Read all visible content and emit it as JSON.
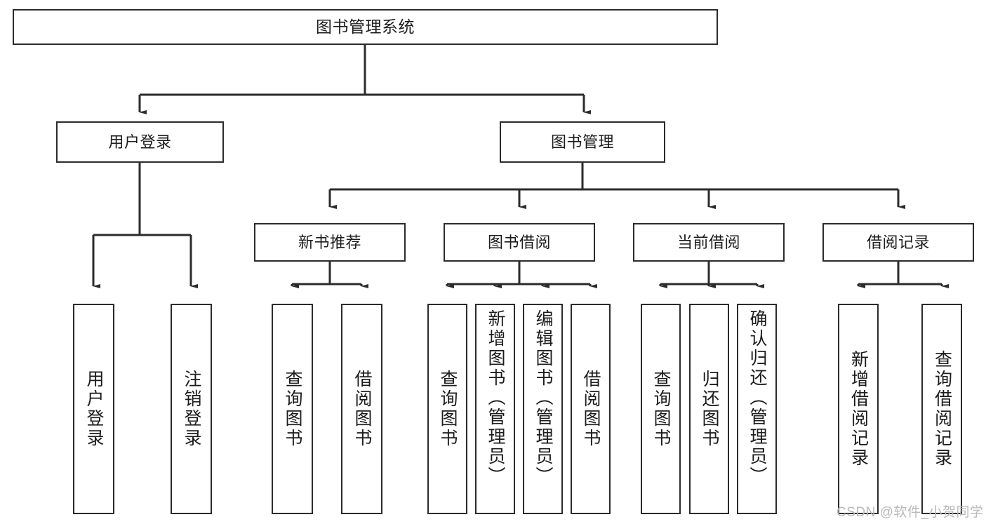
{
  "diagram": {
    "title": "图书管理系统",
    "type": "tree-hierarchy-chart",
    "colors": {
      "box_border": "#2b2b2b",
      "box_fill": "#ffffff",
      "connector": "#2b2b2b",
      "text": "#1c1c1c",
      "watermark": "#b9b9b9",
      "background": "#ffffff"
    },
    "root": {
      "label": "图书管理系统"
    },
    "level2": [
      {
        "label": "用户登录"
      },
      {
        "label": "图书管理"
      }
    ],
    "level3": [
      {
        "label": "新书推荐"
      },
      {
        "label": "图书借阅"
      },
      {
        "label": "当前借阅"
      },
      {
        "label": "借阅记录"
      }
    ],
    "leaves": {
      "user_login": [
        {
          "label": "用户登录"
        },
        {
          "label": "注销登录"
        }
      ],
      "new_book_recommend": [
        {
          "label": "查询图书"
        },
        {
          "label": "借阅图书"
        }
      ],
      "book_borrow": [
        {
          "label": "查询图书"
        },
        {
          "label": "新增图书（管理员）"
        },
        {
          "label": "编辑图书（管理员）"
        },
        {
          "label": "借阅图书"
        }
      ],
      "current_borrow": [
        {
          "label": "查询图书"
        },
        {
          "label": "归还图书"
        },
        {
          "label": "确认归还（管理员）"
        }
      ],
      "borrow_record": [
        {
          "label": "新增借阅记录"
        },
        {
          "label": "查询借阅记录"
        }
      ]
    }
  },
  "watermark": {
    "text": "CSDN @软件_小贺同学"
  }
}
